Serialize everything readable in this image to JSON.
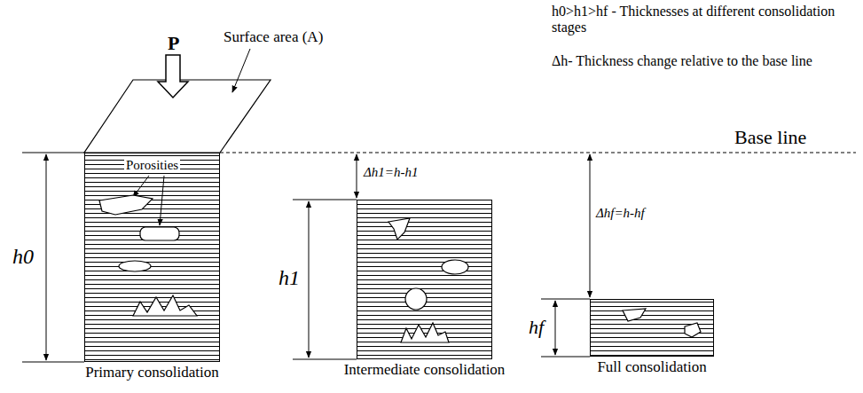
{
  "diagram": {
    "nodes": [
      {
        "text": [
          "Primary consolidation"
        ]
      },
      {
        "text": [
          "Intermediate consolidation"
        ]
      },
      {
        "text": [
          "Full consolidation"
        ]
      }
    ],
    "labels": [
      "h0>h1>hf - Thicknesses at different consolidation stages",
      "Δh- Thickness change relative to the base line",
      "Surface area (A)",
      "P",
      "Porosities",
      "Base line",
      "h0",
      "Δh1=h-h1",
      "h1",
      "Δhf=h-hf",
      "hf"
    ]
  }
}
